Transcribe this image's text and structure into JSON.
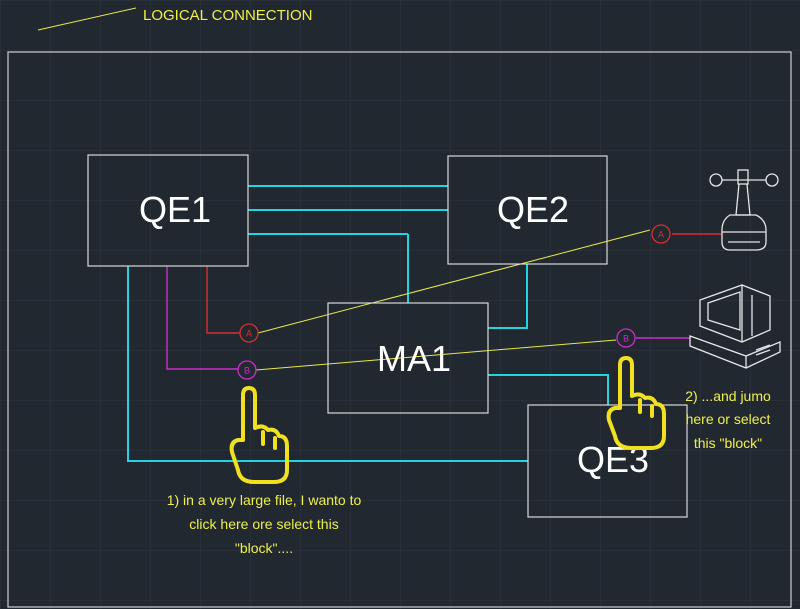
{
  "legend": {
    "label": "LOGICAL CONNECTION"
  },
  "blocks": {
    "qe1": "QE1",
    "qe2": "QE2",
    "ma1": "MA1",
    "qe3": "QE3"
  },
  "connectors": {
    "a_left": "A",
    "b_left": "B",
    "a_right": "A",
    "b_right": "B"
  },
  "notes": {
    "note1": [
      "1) in a very large file, I wanto to",
      "click here ore select this",
      "\"block\"...."
    ],
    "note2": [
      "2) ...and jumo",
      "here or select",
      "this \"block\""
    ]
  },
  "icons": [
    "anemometer-icon",
    "computer-icon",
    "hand-pointer-icon"
  ],
  "colors": {
    "background": "#212830",
    "logical_connection": "#e8e84a",
    "cyan_wire": "#22d3e0",
    "red_wire": "#d43030",
    "magenta_wire": "#c92fc9",
    "block_outline": "#d8d8d8"
  }
}
